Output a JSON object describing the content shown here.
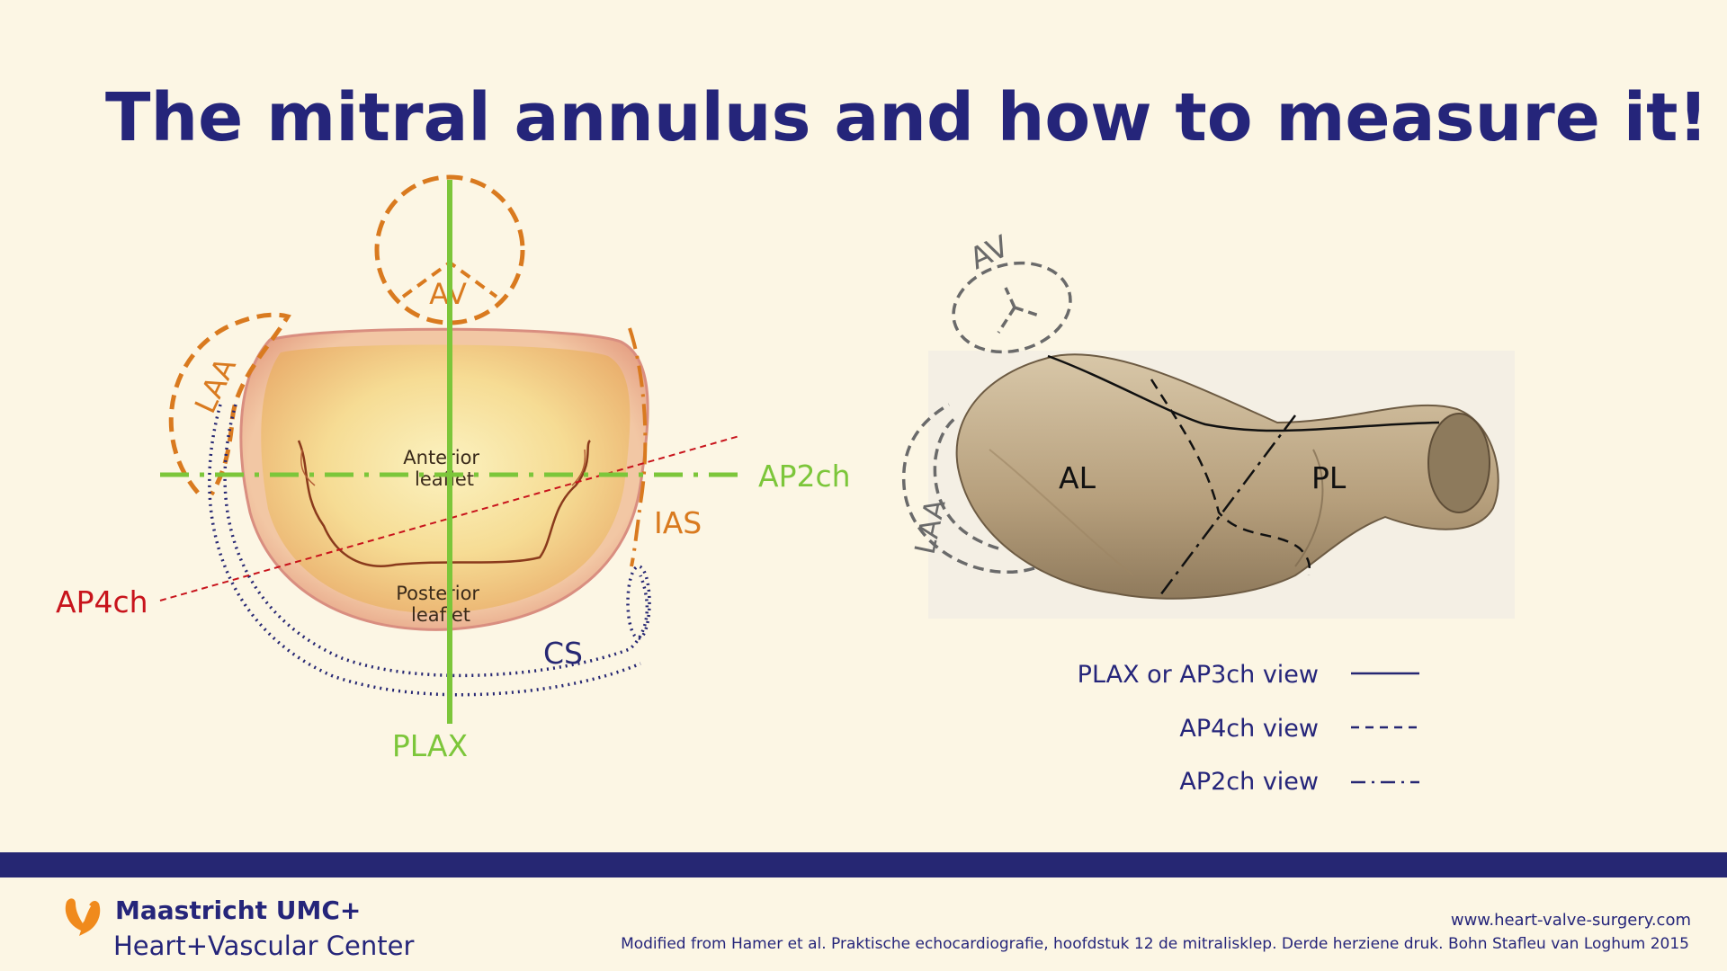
{
  "title": "The mitral annulus and how to measure it!",
  "colors": {
    "title": "#25257a",
    "orange": "#d97a1f",
    "green": "#7cc63a",
    "red": "#c8141c",
    "navy": "#262773",
    "gray": "#707070"
  },
  "left_diagram": {
    "labels": {
      "av": "AV",
      "laa": "LAA",
      "anterior_leaflet_line1": "Anterior",
      "anterior_leaflet_line2": "leaflet",
      "posterior_leaflet_line1": "Posterior",
      "posterior_leaflet_line2": "leaflet",
      "ap2ch": "AP2ch",
      "ap4ch": "AP4ch",
      "ias": "IAS",
      "cs": "CS",
      "plax": "PLAX"
    }
  },
  "right_diagram": {
    "labels": {
      "av": "AV",
      "laa": "LAA",
      "al": "AL",
      "pl": "PL"
    },
    "legend": [
      {
        "label": "PLAX or AP3ch view",
        "line_style": "solid"
      },
      {
        "label": "AP4ch view",
        "line_style": "dashed"
      },
      {
        "label": "AP2ch view",
        "line_style": "dash-dot"
      }
    ]
  },
  "footer": {
    "organization": "Maastricht UMC+",
    "department": "Heart+Vascular Center",
    "website": "www.heart-valve-surgery.com",
    "citation": "Modified from Hamer et al. Praktische echocardiografie, hoofdstuk 12 de mitralisklep. Derde herziene druk. Bohn Stafleu van Loghum 2015"
  }
}
